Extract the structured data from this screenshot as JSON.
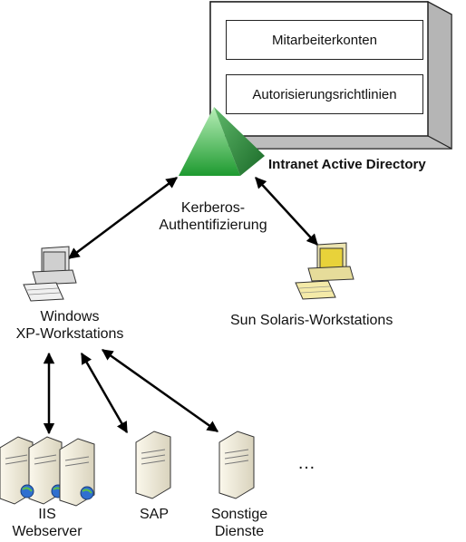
{
  "directory": {
    "title": "Intranet Active Directory",
    "box1": "Mitarbeiterkonten",
    "box2": "Autorisierungsrichtlinien"
  },
  "protocol": {
    "line1": "Kerberos-",
    "line2": "Authentifizierung"
  },
  "windows_ws": {
    "line1": "Windows",
    "line2": "XP-Workstations"
  },
  "solaris_ws": {
    "label": "Sun Solaris-Workstations"
  },
  "servers": {
    "iis_line1": "IIS",
    "iis_line2": "Webserver",
    "sap": "SAP",
    "other_line1": "Sonstige",
    "other_line2": "Dienste",
    "more": "…"
  },
  "colors": {
    "pyramid_light": "#7fd67f",
    "pyramid_dark": "#1f7a2e",
    "panel_shadow": "#cfcfcf",
    "solaris_screen": "#e8d23a",
    "globe": "#2f6fd0"
  }
}
